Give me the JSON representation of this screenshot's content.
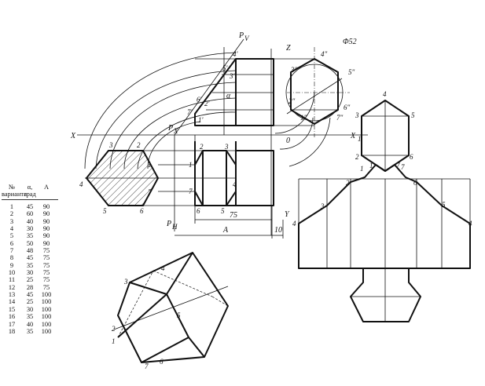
{
  "table": {
    "headers": [
      "№ варианта",
      "α, град",
      "А"
    ],
    "rows": [
      [
        "1",
        "45",
        "90"
      ],
      [
        "2",
        "60",
        "90"
      ],
      [
        "3",
        "40",
        "90"
      ],
      [
        "4",
        "30",
        "90"
      ],
      [
        "5",
        "35",
        "90"
      ],
      [
        "6",
        "50",
        "90"
      ],
      [
        "7",
        "48",
        "75"
      ],
      [
        "8",
        "45",
        "75"
      ],
      [
        "9",
        "35",
        "75"
      ],
      [
        "10",
        "30",
        "75"
      ],
      [
        "11",
        "25",
        "75"
      ],
      [
        "12",
        "28",
        "75"
      ],
      [
        "13",
        "45",
        "100"
      ],
      [
        "14",
        "25",
        "100"
      ],
      [
        "15",
        "30",
        "100"
      ],
      [
        "16",
        "35",
        "100"
      ],
      [
        "17",
        "40",
        "100"
      ],
      [
        "18",
        "35",
        "100"
      ]
    ]
  },
  "labels": {
    "diameter": "Φ52",
    "axis_x": "X",
    "axis_x1": "X",
    "axis_x1_sub": "1",
    "axis_z": "Z",
    "axis_y": "Y",
    "origin": "0",
    "plane_pv": "P",
    "plane_pv_sub": "V",
    "plane_px": "P",
    "plane_px_sub": "X",
    "plane_ph": "P",
    "plane_ph_sub": "H",
    "alpha": "α",
    "dim_75": "75",
    "dim_A": "A",
    "dim_10": "10",
    "front_pts": [
      "4'",
      "5'",
      "3'",
      "6'",
      "2'",
      "7'",
      "1'"
    ],
    "side_pts": [
      "4\"",
      "3\"",
      "5\"",
      "2\"",
      "6\"",
      "1\"",
      "7\""
    ],
    "hex_pts": [
      "4",
      "3",
      "2",
      "1",
      "7",
      "6",
      "5"
    ],
    "top_pts": [
      "2",
      "3",
      "1",
      "7",
      "4",
      "6",
      "5"
    ],
    "dev_pts": [
      "1",
      "2",
      "3",
      "4",
      "4",
      "5",
      "6",
      "7"
    ],
    "dev_top_pts": [
      "4",
      "3",
      "5",
      "2",
      "6",
      "1",
      "7"
    ],
    "iso_pts": [
      "3",
      "4",
      "5",
      "2",
      "1",
      "7",
      "6"
    ]
  }
}
